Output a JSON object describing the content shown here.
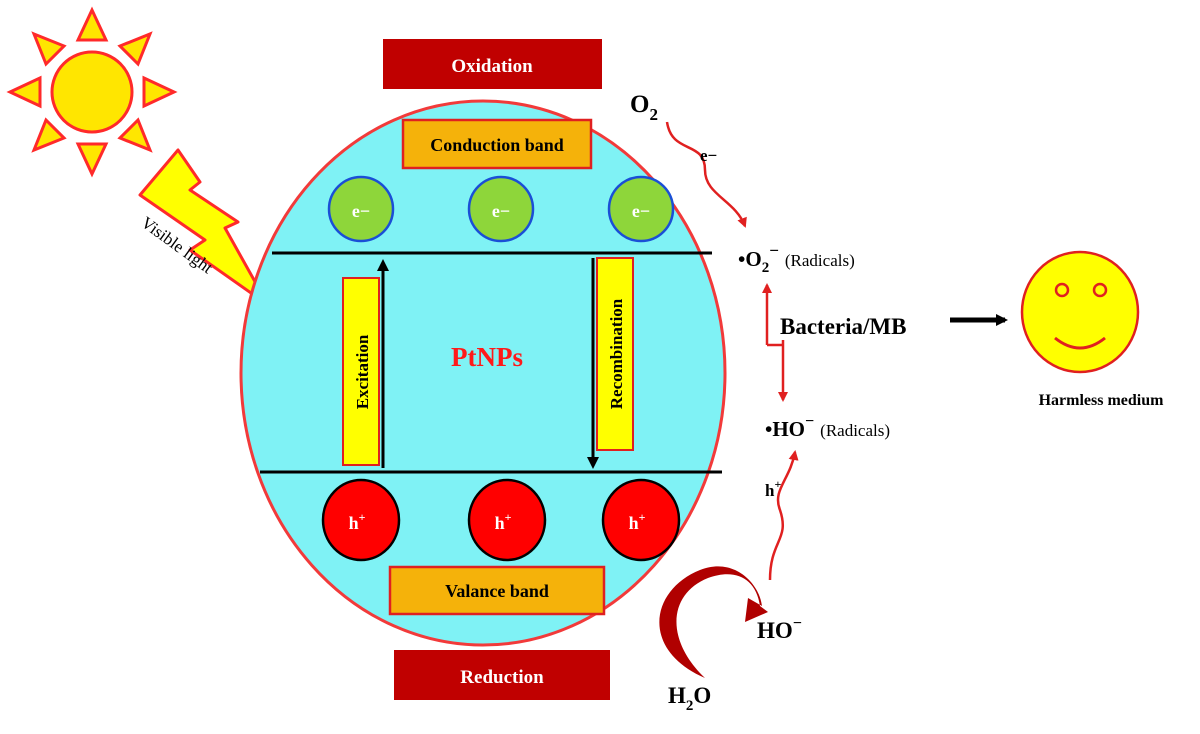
{
  "oxidation_label": "Oxidation",
  "reduction_label": "Reduction",
  "conduction_band_label": "Conduction band",
  "valence_band_label": "Valance band",
  "particle_label": "PtNPs",
  "excitation_label": "Excitation",
  "recombination_label": "Recombination",
  "electron_symbol": "e−",
  "hole_symbol": "h",
  "hole_sup": "+",
  "visible_light_label": "Visible light",
  "o2": {
    "main": "O",
    "sub": "2"
  },
  "e_transfer_label": "e−",
  "superoxide": {
    "dot": "•O",
    "sub": "2",
    "sup": "−",
    "note": "(Radicals)"
  },
  "bacteria_label": "Bacteria/MB",
  "hydroxyl": {
    "main": "•HO",
    "sup": "−",
    "note": "(Radicals)"
  },
  "h_transfer": {
    "main": "h",
    "sup": "+"
  },
  "ho_minus": {
    "main": "HO",
    "sup": "−"
  },
  "water": {
    "a": "H",
    "sub": "2",
    "b": "O"
  },
  "harmless_label": "Harmless medium",
  "colors": {
    "particle_fill": "#7ff2f5",
    "particle_stroke": "#f23a3a",
    "header_box": "#c00000",
    "band_box": "#f5b20a",
    "label_box": "#ffff00",
    "electron": "#8ed63a",
    "hole": "#ff0000",
    "sun": "#ffe600",
    "arrow_red": "#e02020",
    "accent_text": "#ff1a1a"
  }
}
